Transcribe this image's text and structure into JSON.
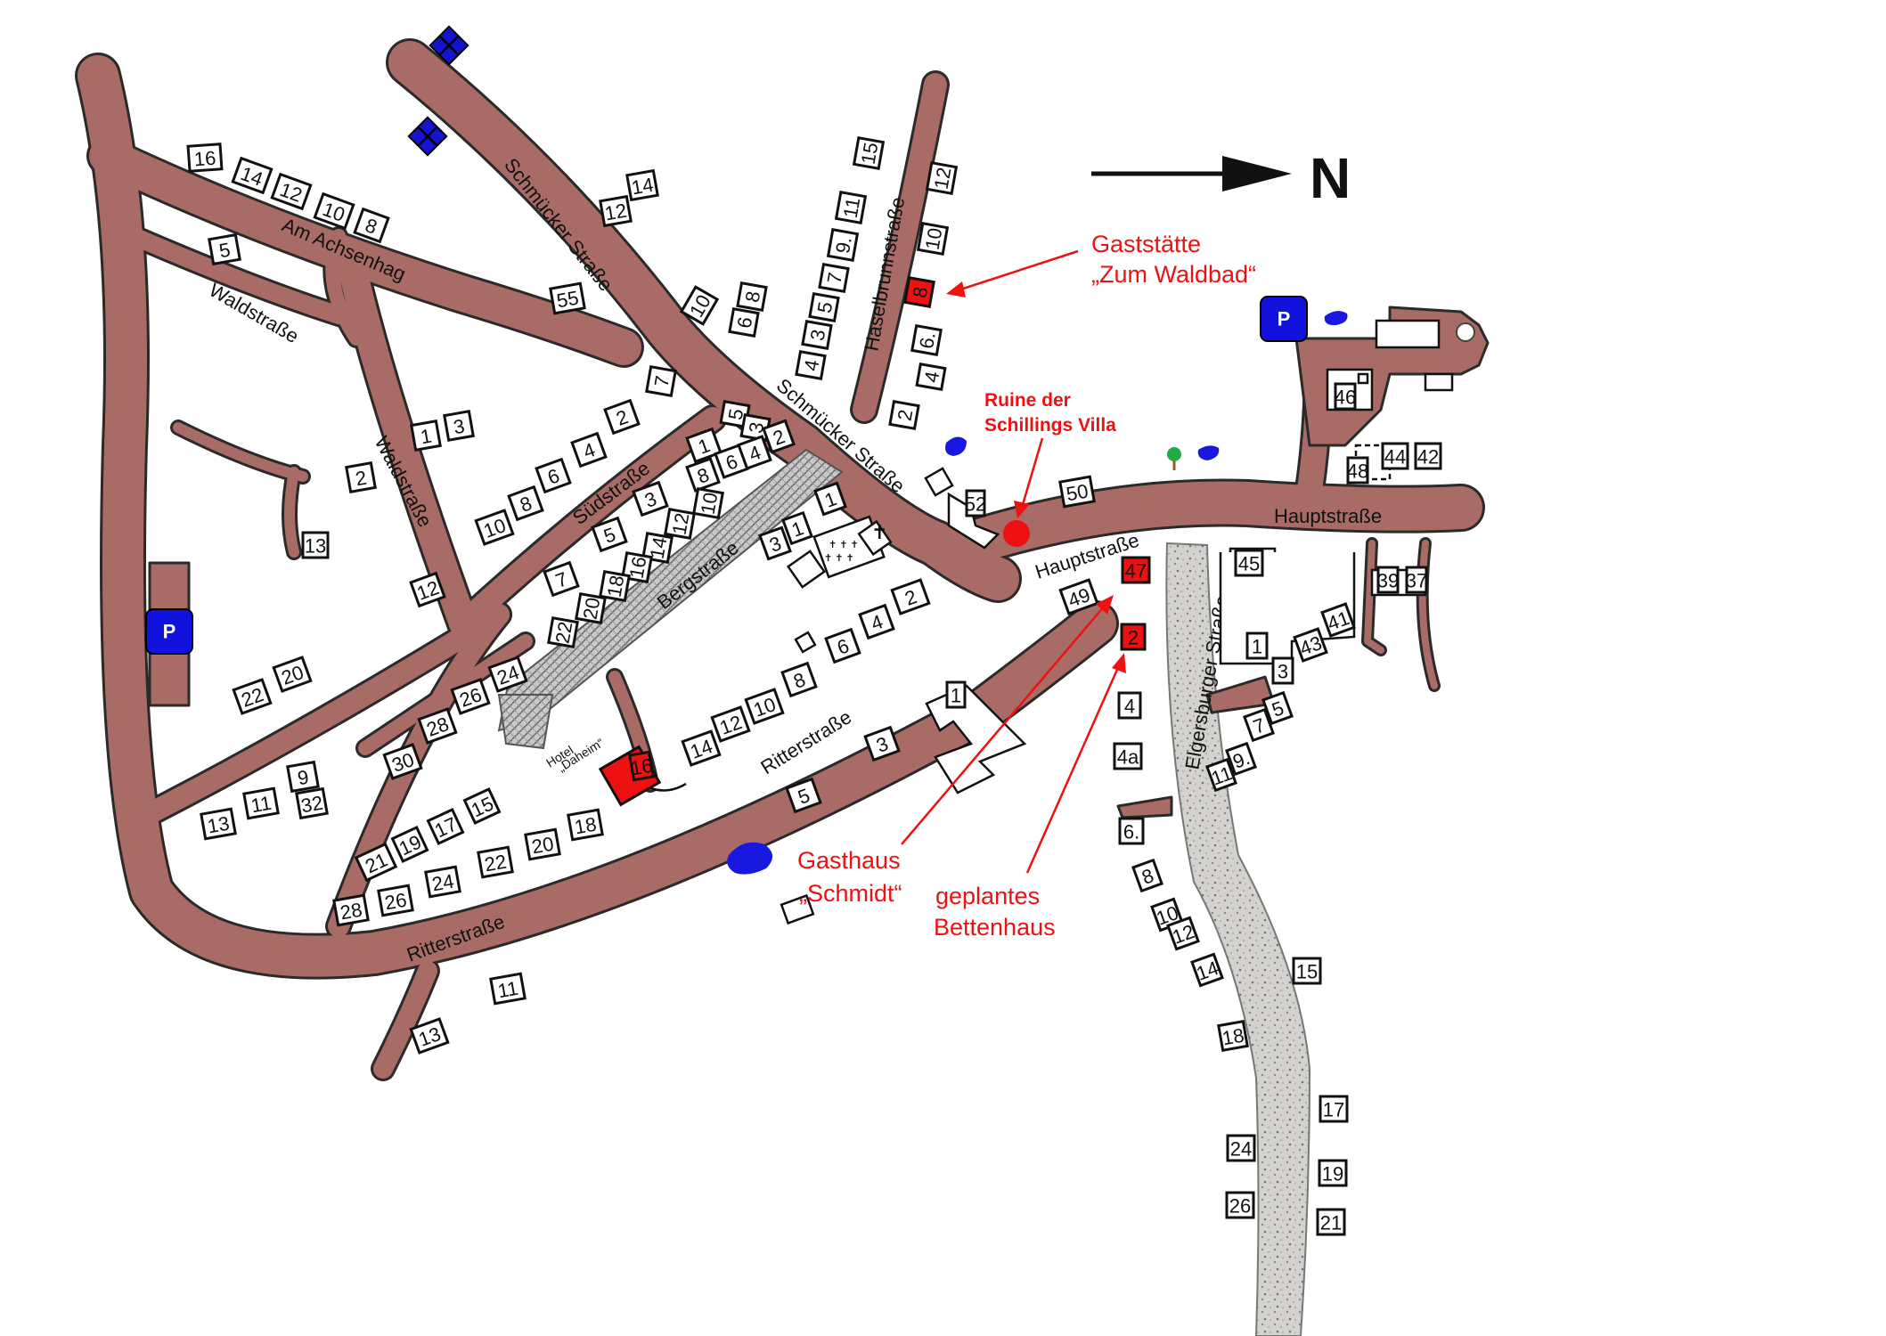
{
  "north_label": "N",
  "streets": {
    "am_achsenhag": "Am Achsenhag",
    "waldstrasse_1": "Waldstraße",
    "waldstrasse_2": "Waldstraße",
    "schmucker_1": "Schmücker Straße",
    "schmucker_2": "Schmücker Straße",
    "haselbrunnstrasse": "Haselbrunnstraße",
    "sudstrasse": "Südstraße",
    "bergstrasse": "Bergstraße",
    "ritterstrasse_1": "Ritterstraße",
    "ritterstrasse_2": "Ritterstraße",
    "hauptstrasse_1": "Hauptstraße",
    "hauptstrasse_2": "Hauptstraße",
    "elgersburger": "Elgersburger Straße"
  },
  "pois": {
    "gaststaette_line1": "Gaststätte",
    "gaststaette_line2": "„Zum Waldbad“",
    "ruine_line1": "Ruine der",
    "ruine_line2": "Schillings Villa",
    "gasthaus_line1": "Gasthaus",
    "gasthaus_line2": "„Schmidt“",
    "bettenhaus_line1": "geplantes",
    "bettenhaus_line2": "Bettenhaus",
    "hotel_line1": "Hotel",
    "hotel_line2": "„Daheim“"
  },
  "parking_label": "P",
  "house_numbers": [
    {
      "id": "am-achsenhag-16",
      "label": "16",
      "red": false
    },
    {
      "id": "am-achsenhag-14",
      "label": "14",
      "red": false
    },
    {
      "id": "am-achsenhag-12",
      "label": "12",
      "red": false
    },
    {
      "id": "am-achsenhag-10",
      "label": "10",
      "red": false
    },
    {
      "id": "am-achsenhag-8",
      "label": "8",
      "red": false
    },
    {
      "id": "waldstrasse-5",
      "label": "5",
      "red": false
    },
    {
      "id": "schmucker-12-14a",
      "label": "12",
      "red": false
    },
    {
      "id": "schmucker-12-14b",
      "label": "14",
      "red": false
    },
    {
      "id": "schmucker-55",
      "label": "55",
      "red": false
    },
    {
      "id": "schmucker-10",
      "label": "10",
      "red": false
    },
    {
      "id": "schmucker-6-8a",
      "label": "6",
      "red": false
    },
    {
      "id": "schmucker-6-8b",
      "label": "8",
      "red": false
    },
    {
      "id": "haselbrunn-15",
      "label": "15",
      "red": false
    },
    {
      "id": "haselbrunn-11",
      "label": "11",
      "red": false
    },
    {
      "id": "haselbrunn-9",
      "label": "9.",
      "red": false
    },
    {
      "id": "haselbrunn-7",
      "label": "7",
      "red": false
    },
    {
      "id": "haselbrunn-5",
      "label": "5",
      "red": false
    },
    {
      "id": "haselbrunn-3",
      "label": "3",
      "red": false
    },
    {
      "id": "haselbrunn-4",
      "label": "4",
      "red": false
    },
    {
      "id": "haselbrunn-12",
      "label": "12",
      "red": false
    },
    {
      "id": "haselbrunn-10",
      "label": "10",
      "red": false
    },
    {
      "id": "haselbrunn-8",
      "label": "8",
      "red": true
    },
    {
      "id": "haselbrunn-6",
      "label": "6.",
      "red": false
    },
    {
      "id": "haselbrunn-4b",
      "label": "4",
      "red": false
    },
    {
      "id": "haselbrunn-2",
      "label": "2",
      "red": false
    },
    {
      "id": "waldstrasse-1",
      "label": "1",
      "red": false
    },
    {
      "id": "waldstrasse-3",
      "label": "3",
      "red": false
    },
    {
      "id": "waldstrasse-2",
      "label": "2",
      "red": false
    },
    {
      "id": "waldstrasse-13",
      "label": "13",
      "red": false
    },
    {
      "id": "waldstrasse-12",
      "label": "12",
      "red": false
    },
    {
      "id": "waldstrasse-22",
      "label": "22",
      "red": false
    },
    {
      "id": "waldstrasse-20",
      "label": "20",
      "red": false
    },
    {
      "id": "sudstrasse-10",
      "label": "10",
      "red": false
    },
    {
      "id": "sudstrasse-8",
      "label": "8",
      "red": false
    },
    {
      "id": "sudstrasse-6",
      "label": "6",
      "red": false
    },
    {
      "id": "sudstrasse-4",
      "label": "4",
      "red": false
    },
    {
      "id": "sudstrasse-2",
      "label": "2",
      "red": false
    },
    {
      "id": "sudstrasse-7top",
      "label": "7",
      "red": false
    },
    {
      "id": "sudstrasse-5",
      "label": "5",
      "red": false
    },
    {
      "id": "sudstrasse-3",
      "label": "3",
      "red": false
    },
    {
      "id": "sudstrasse-7",
      "label": "7",
      "red": false
    },
    {
      "id": "bergstrasse-5",
      "label": "5",
      "red": false
    },
    {
      "id": "bergstrasse-3",
      "label": "3",
      "red": false
    },
    {
      "id": "bergstrasse-1",
      "label": "1",
      "red": false
    },
    {
      "id": "bergstrasse-8",
      "label": "8",
      "red": false
    },
    {
      "id": "bergstrasse-6",
      "label": "6",
      "red": false
    },
    {
      "id": "bergstrasse-4",
      "label": "4",
      "red": false
    },
    {
      "id": "bergstrasse-2",
      "label": "2",
      "red": false
    },
    {
      "id": "bergstrasse-12",
      "label": "12",
      "red": false
    },
    {
      "id": "bergstrasse-10",
      "label": "10",
      "red": false
    },
    {
      "id": "bergstrasse-14",
      "label": "14",
      "red": false
    },
    {
      "id": "bergstrasse-16",
      "label": "16",
      "red": false
    },
    {
      "id": "bergstrasse-18",
      "label": "18",
      "red": false
    },
    {
      "id": "bergstrasse-20",
      "label": "20",
      "red": false
    },
    {
      "id": "bergstrasse-22",
      "label": "22",
      "red": false
    },
    {
      "id": "bergstrasse-3b",
      "label": "3",
      "red": false
    },
    {
      "id": "bergstrasse-1b",
      "label": "1",
      "red": false
    },
    {
      "id": "bergstrasse-1c",
      "label": "1",
      "red": false
    },
    {
      "id": "ritter-2",
      "label": "2",
      "red": false
    },
    {
      "id": "ritter-4",
      "label": "4",
      "red": false
    },
    {
      "id": "ritter-6",
      "label": "6",
      "red": false
    },
    {
      "id": "ritter-8",
      "label": "8",
      "red": false
    },
    {
      "id": "ritter-10",
      "label": "10",
      "red": false
    },
    {
      "id": "ritter-12",
      "label": "12",
      "red": false
    },
    {
      "id": "ritter-14",
      "label": "14",
      "red": false
    },
    {
      "id": "ritter-24",
      "label": "24",
      "red": false
    },
    {
      "id": "ritter-26",
      "label": "26",
      "red": false
    },
    {
      "id": "ritter-28",
      "label": "28",
      "red": false
    },
    {
      "id": "ritter-30",
      "label": "30",
      "red": false
    },
    {
      "id": "ritter-13",
      "label": "13",
      "red": false
    },
    {
      "id": "ritter-11",
      "label": "11",
      "red": false
    },
    {
      "id": "ritter-9",
      "label": "9",
      "red": false
    },
    {
      "id": "ritter-32",
      "label": "32",
      "red": false
    },
    {
      "id": "ritter-21",
      "label": "21",
      "red": false
    },
    {
      "id": "ritter-19",
      "label": "19",
      "red": false
    },
    {
      "id": "ritter-17",
      "label": "17",
      "red": false
    },
    {
      "id": "ritter-15",
      "label": "15",
      "red": false
    },
    {
      "id": "ritter-28b",
      "label": "28",
      "red": false
    },
    {
      "id": "ritter-26b",
      "label": "26",
      "red": false
    },
    {
      "id": "ritter-24b",
      "label": "24",
      "red": false
    },
    {
      "id": "ritter-22",
      "label": "22",
      "red": false
    },
    {
      "id": "ritter-20",
      "label": "20",
      "red": false
    },
    {
      "id": "ritter-18",
      "label": "18",
      "red": false
    },
    {
      "id": "ritter-16",
      "label": "16",
      "red": true
    },
    {
      "id": "ritter-3",
      "label": "3",
      "red": false
    },
    {
      "id": "ritter-5",
      "label": "5",
      "red": false
    },
    {
      "id": "ritter-11b",
      "label": "11",
      "red": false
    },
    {
      "id": "ritter-13b",
      "label": "13",
      "red": false
    },
    {
      "id": "haupt-1",
      "label": "1",
      "red": false
    },
    {
      "id": "haupt-49",
      "label": "49",
      "red": false
    },
    {
      "id": "haupt-47",
      "label": "47",
      "red": true
    },
    {
      "id": "haupt-50",
      "label": "50",
      "red": false
    },
    {
      "id": "haupt-52",
      "label": "52",
      "red": false
    },
    {
      "id": "haupt-45",
      "label": "45",
      "red": false
    },
    {
      "id": "haupt-46",
      "label": "46",
      "red": false
    },
    {
      "id": "haupt-48",
      "label": "48",
      "red": false
    },
    {
      "id": "haupt-44",
      "label": "44",
      "red": false
    },
    {
      "id": "haupt-42",
      "label": "42",
      "red": false
    },
    {
      "id": "haupt-39",
      "label": "39",
      "red": false
    },
    {
      "id": "haupt-37",
      "label": "37",
      "red": false
    },
    {
      "id": "elgers-2",
      "label": "2",
      "red": true
    },
    {
      "id": "elgers-4",
      "label": "4",
      "red": false
    },
    {
      "id": "elgers-4a",
      "label": "4a",
      "red": false
    },
    {
      "id": "elgers-6",
      "label": "6.",
      "red": false
    },
    {
      "id": "elgers-8",
      "label": "8",
      "red": false
    },
    {
      "id": "elgers-10",
      "label": "10",
      "red": false
    },
    {
      "id": "elgers-12",
      "label": "12",
      "red": false
    },
    {
      "id": "elgers-14",
      "label": "14",
      "red": false
    },
    {
      "id": "elgers-18",
      "label": "18",
      "red": false
    },
    {
      "id": "elgers-24",
      "label": "24",
      "red": false
    },
    {
      "id": "elgers-26",
      "label": "26",
      "red": false
    },
    {
      "id": "elgers-15",
      "label": "15",
      "red": false
    },
    {
      "id": "elgers-17",
      "label": "17",
      "red": false
    },
    {
      "id": "elgers-19",
      "label": "19",
      "red": false
    },
    {
      "id": "elgers-21",
      "label": "21",
      "red": false
    },
    {
      "id": "elgers-1",
      "label": "1",
      "red": false
    },
    {
      "id": "elgers-3",
      "label": "3",
      "red": false
    },
    {
      "id": "elgers-43",
      "label": "43",
      "red": false
    },
    {
      "id": "elgers-41",
      "label": "41",
      "red": false
    },
    {
      "id": "elgers-7",
      "label": "7",
      "red": false
    },
    {
      "id": "elgers-5",
      "label": "5",
      "red": false
    },
    {
      "id": "elgers-11",
      "label": "11",
      "red": false
    },
    {
      "id": "elgers-9",
      "label": "9.",
      "red": false
    }
  ]
}
